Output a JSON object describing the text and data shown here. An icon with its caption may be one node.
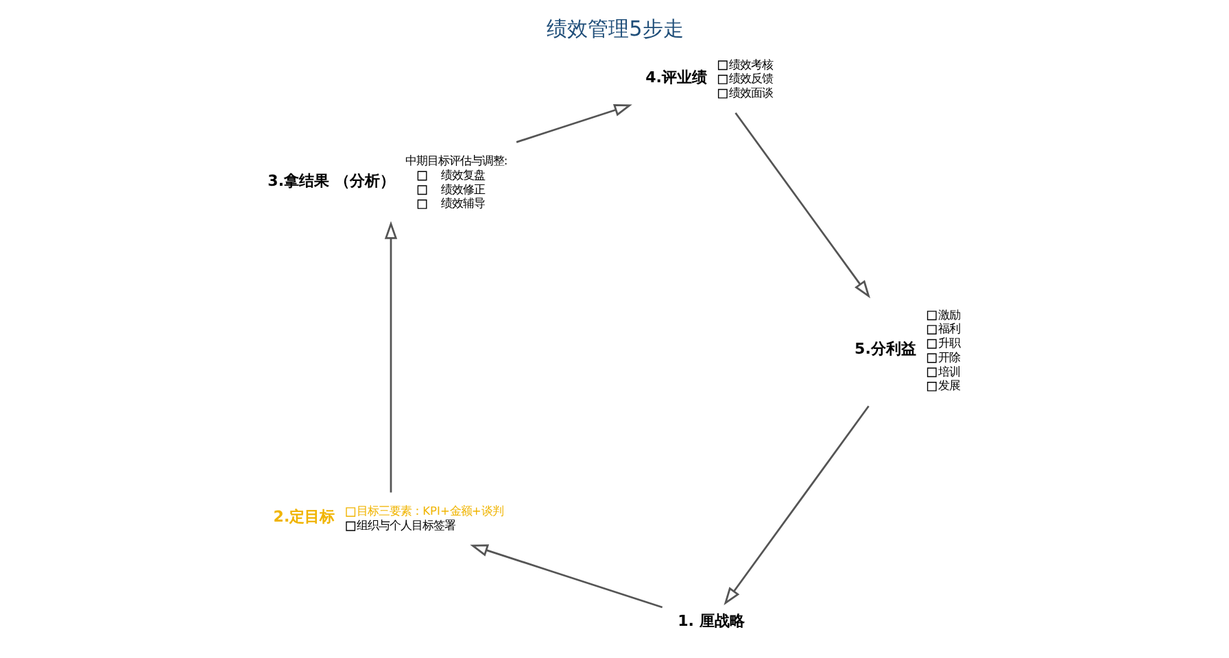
{
  "diagram": {
    "title": "绩效管理5步走",
    "nodes": [
      {
        "text": [
          "1. 厘战略"
        ]
      },
      {
        "text": [
          "2.定目标"
        ],
        "beside": [
          "目标三要素：KPI+金额+谈判",
          "组织与个人目标签署"
        ]
      },
      {
        "text": [
          "3.拿结果 （分析）"
        ],
        "beside": [
          "中期目标评估与调整:",
          "绩效复盘",
          "绩效修正",
          "绩效辅导"
        ]
      },
      {
        "text": [
          "4.评业绩"
        ],
        "beside": [
          "绩效考核",
          "绩效反馈",
          "绩效面谈"
        ]
      },
      {
        "text": [
          "5.分利益"
        ],
        "beside": [
          "激励",
          "福利",
          "升职",
          "开除",
          "培训",
          "发展"
        ]
      }
    ],
    "edges": [
      {
        "from": 0,
        "to": 1,
        "arrow": "to"
      },
      {
        "from": 1,
        "to": 2,
        "arrow": "to"
      },
      {
        "from": 2,
        "to": 3,
        "arrow": "to"
      },
      {
        "from": 3,
        "to": 4,
        "arrow": "to"
      },
      {
        "from": 4,
        "to": 0,
        "arrow": "to"
      }
    ]
  }
}
